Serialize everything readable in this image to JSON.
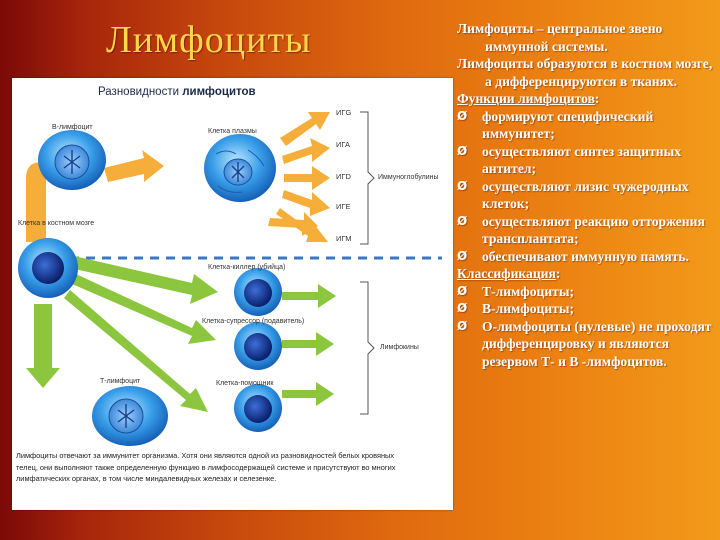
{
  "slide": {
    "title": "Лимфоциты"
  },
  "figure": {
    "title_prefix": "Разновидности ",
    "title_bold": "лимфоцитов",
    "labels": {
      "b_lymphocyte": "В-лимфоцит",
      "plasma_cell": "Клетка плазмы",
      "bone_marrow_cell": "Клетка в костном мозге",
      "killer_cell": "Клетка-киллер (убийца)",
      "suppressor_cell": "Клетка-супрессор (подавитель)",
      "t_lymphocyte": "Т-лимфоцит",
      "helper_cell": "Клетка-помощник",
      "immunoglobulins": "Иммуноглобулины",
      "lymphokines": "Лимфокины"
    },
    "immunoglobulins": [
      "ИГG",
      "ИГА",
      "ИГD",
      "ИГЕ",
      "ИГМ"
    ],
    "caption": "Лимфоциты отвечают за иммунитет организма. Хотя они являются одной из разновидностей белых кровяных телец, они выполняют также определенную функцию в лимфосодержащей системе и присутствуют во многих лимфатических органах, в том числе миндалевидных железах и селезенке."
  },
  "text": {
    "intro_1": "Лимфоциты – центральное звено иммунной системы.",
    "intro_2": "Лимфоциты образуются в костном мозге, а дифференцируются в тканях.",
    "functions_heading": "Функции лимфоцитов",
    "functions": [
      "формируют специфический иммунитет;",
      "осуществляют синтез защитных антител;",
      "осуществляют лизис чужеродных клеток;",
      "осуществляют реакцию отторжения трансплантата;",
      "обеспечивают иммунную память."
    ],
    "classification_heading": "Классификация",
    "classification": [
      "Т-лимфоциты;",
      "В-лимфоциты;",
      "О-лимфоциты (нулевые) не проходят дифференцировку и являются резервом Т- и В -лимфоцитов."
    ],
    "bullet_glyph": "Ø"
  },
  "colors": {
    "title": "#ffd84a",
    "arrow_orange": "#f6ae3a",
    "arrow_green": "#8cc63f",
    "cell_blue": "#1e7fd0",
    "dash_blue": "#3a78c2"
  }
}
